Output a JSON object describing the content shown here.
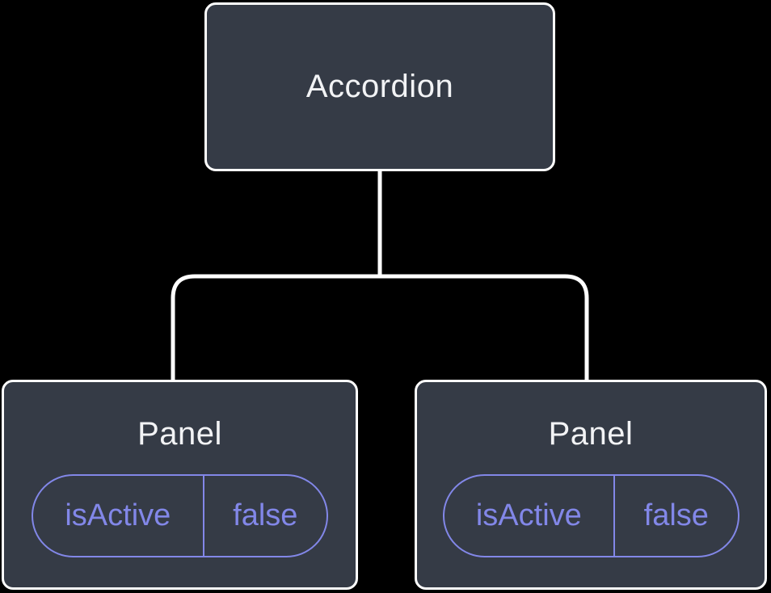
{
  "diagram": {
    "root": {
      "label": "Accordion"
    },
    "children": [
      {
        "label": "Panel",
        "state": {
          "key": "isActive",
          "value": "false"
        }
      },
      {
        "label": "Panel",
        "state": {
          "key": "isActive",
          "value": "false"
        }
      }
    ]
  },
  "colors": {
    "background": "#000000",
    "node_fill": "#353B46",
    "node_border": "#FFFFFF",
    "connector": "#FFFFFF",
    "node_text": "#F2F3F5",
    "state_accent": "#8287E8"
  }
}
